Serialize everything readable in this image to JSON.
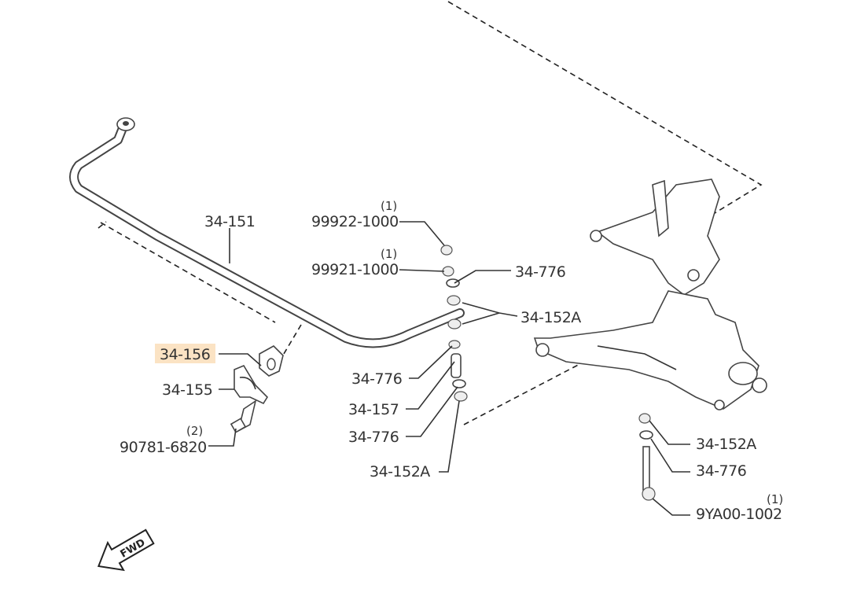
{
  "diagram": {
    "highlight_color": "#fbe3c4",
    "callouts": {
      "stabilizer_bar": "34-151",
      "nut_upper": "99922-1000",
      "nut_upper_qty": "(1)",
      "nut_lower": "99921-1000",
      "nut_lower_qty": "(1)",
      "washer_top": "34-776",
      "bushing_top": "34-152A",
      "bushing_bar": "34-156",
      "bracket": "34-155",
      "bolt_bracket": "90781-6820",
      "bolt_bracket_qty": "(2)",
      "washer_mid": "34-776",
      "spacer": "34-157",
      "washer_low": "34-776",
      "bushing_low": "34-152A",
      "bushing_arm": "34-152A",
      "washer_arm": "34-776",
      "bolt_arm": "9YA00-1002",
      "bolt_arm_qty": "(1)"
    },
    "direction_label": "FWD"
  }
}
